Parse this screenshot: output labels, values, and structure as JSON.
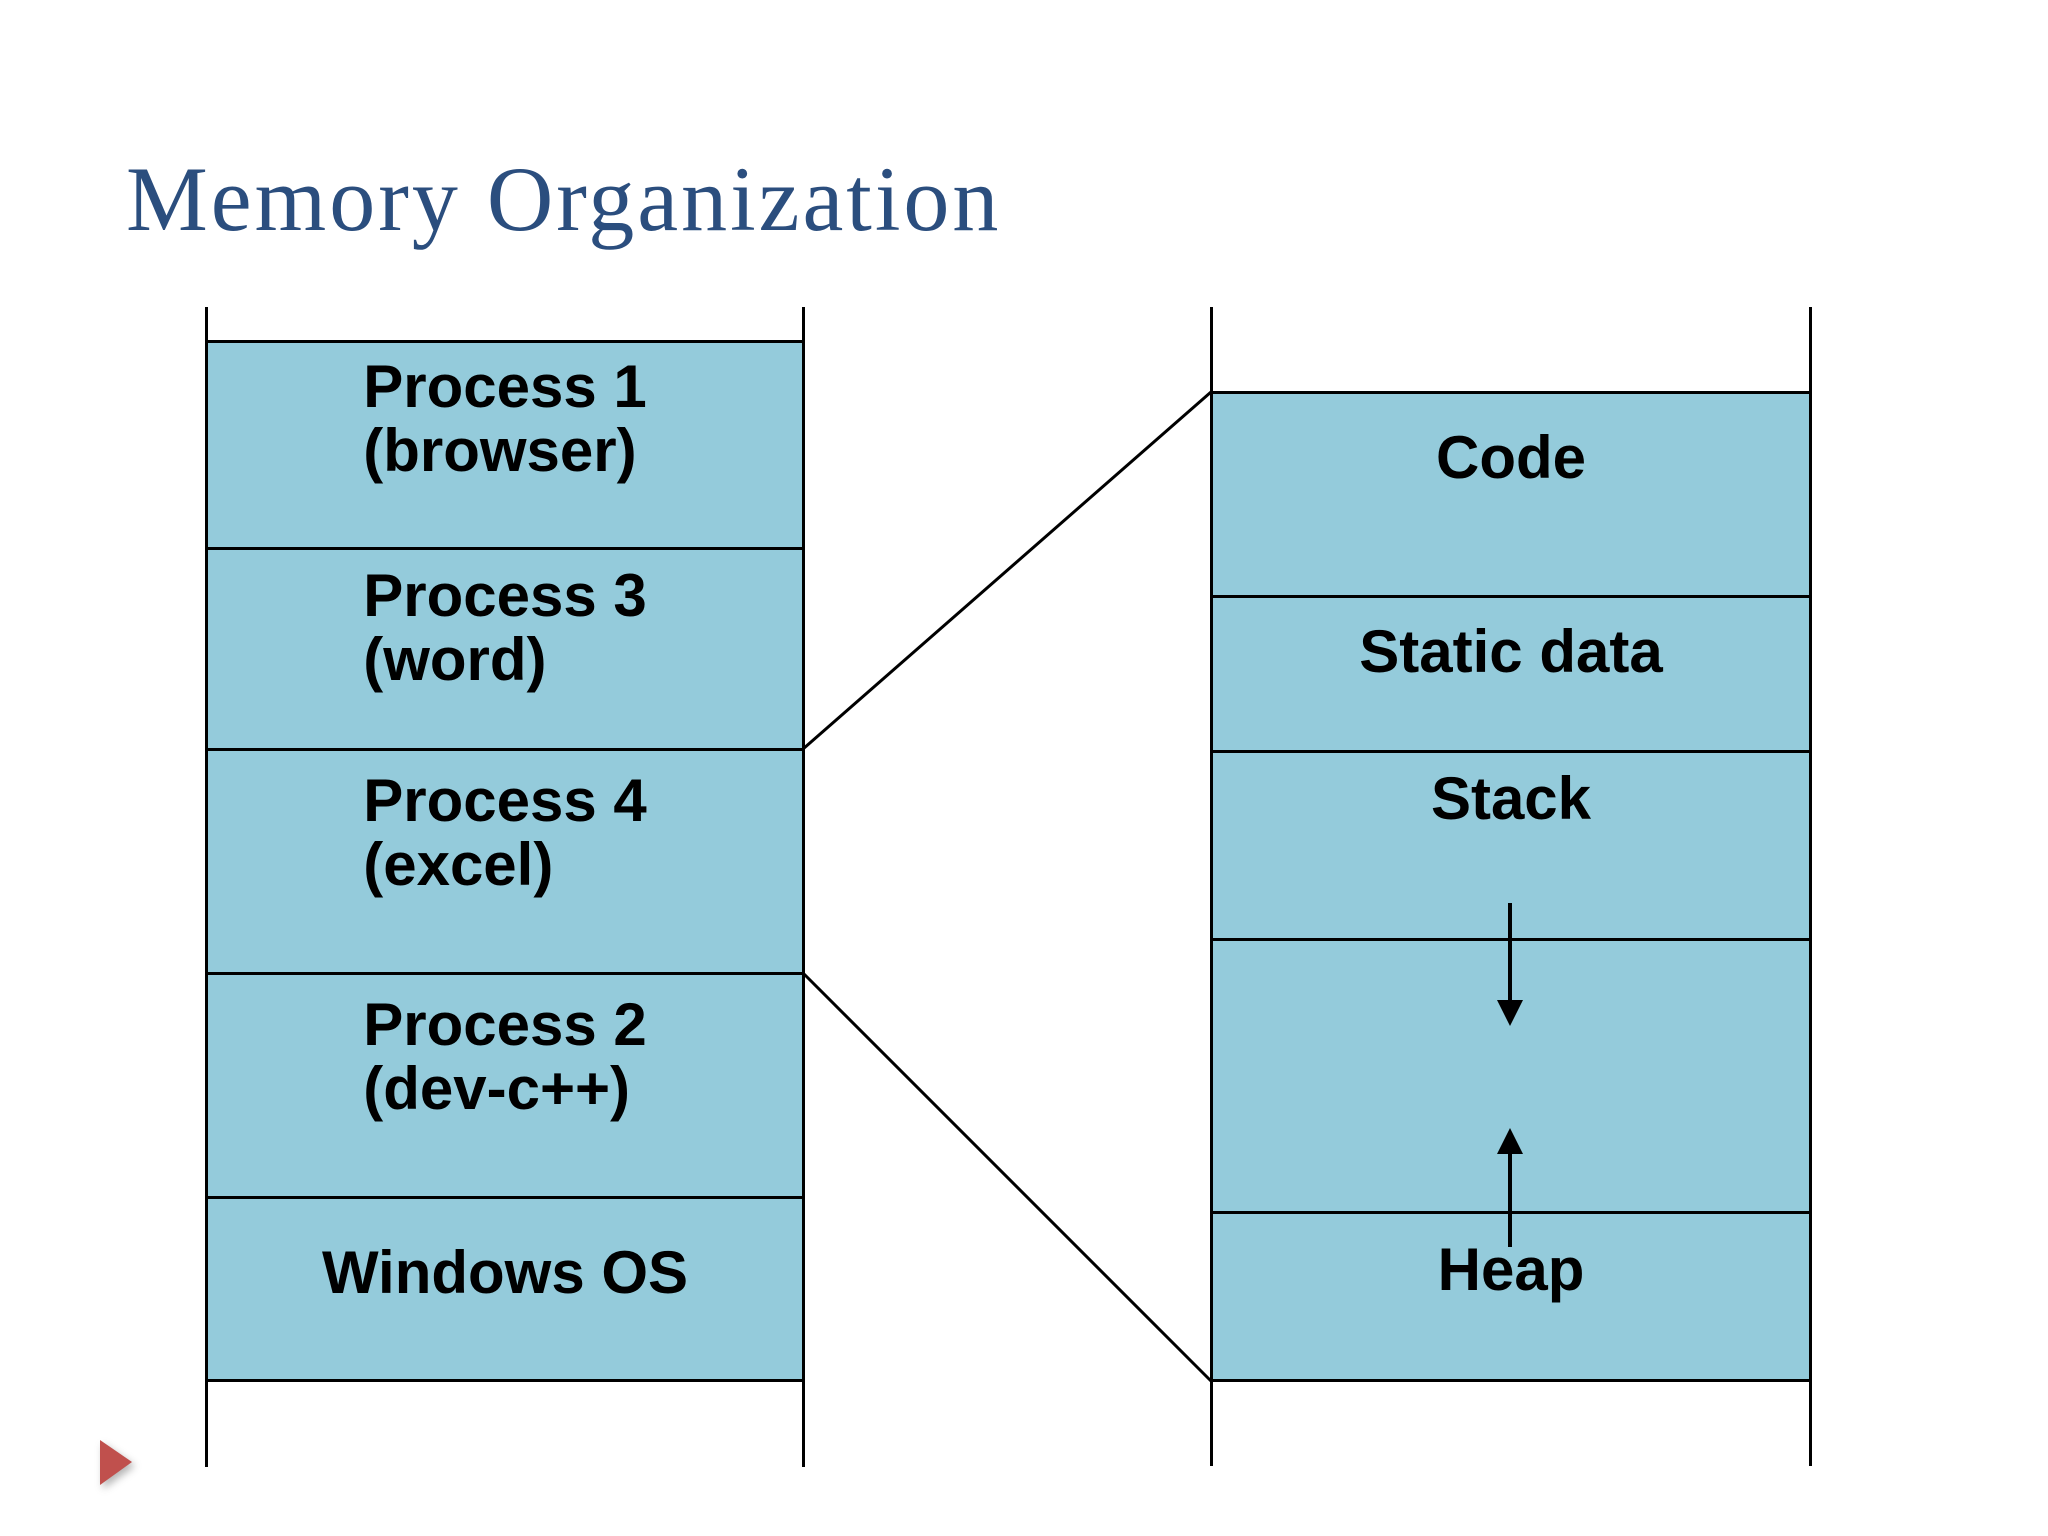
{
  "slide": {
    "title": "Memory Organization"
  },
  "colors": {
    "slide_bg": "#FFFFFF",
    "title_text": "#2B4E7E",
    "box_fill": "#94CBDB",
    "box_text": "#000000",
    "line": "#000000",
    "nav_triangle": "#C0504D"
  },
  "physical_memory_column": {
    "boxes": [
      {
        "line1": "Process 1",
        "line2": "(browser)"
      },
      {
        "line1": "Process 3",
        "line2": "(word)"
      },
      {
        "line1": "Process 4",
        "line2": "(excel)"
      },
      {
        "line1": "Process 2",
        "line2": "(dev-c++)"
      },
      {
        "line1": "Windows OS",
        "line2": ""
      }
    ]
  },
  "process_layout_column": {
    "boxes": [
      {
        "label": "Code"
      },
      {
        "label": "Static data"
      },
      {
        "label": "Stack"
      },
      {
        "label": ""
      },
      {
        "label": "Heap"
      }
    ]
  },
  "icons": {
    "nav_triangle": "▶"
  }
}
